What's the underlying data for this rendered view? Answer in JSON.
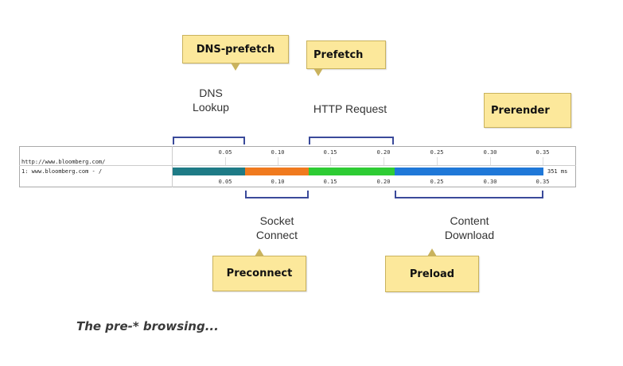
{
  "hints": {
    "dns_prefetch": "DNS-prefetch",
    "prefetch": "Prefetch",
    "prerender": "Prerender",
    "preconnect": "Preconnect",
    "preload": "Preload"
  },
  "phases": {
    "dns_lookup": "DNS\nLookup",
    "http_request": "HTTP Request",
    "socket_connect": "Socket\nConnect",
    "content_download": "Content\nDownload"
  },
  "waterfall": {
    "page_url": "http://www.bloomberg.com/",
    "request_row": "1: www.bloomberg.com - /",
    "total_time": "351 ms",
    "ticks": [
      "0.05",
      "0.10",
      "0.15",
      "0.20",
      "0.25",
      "0.30",
      "0.35"
    ],
    "segment_colors": {
      "dns": "#1e7b86",
      "connect": "#f07a1e",
      "request": "#2ecc34",
      "download": "#1f78d8"
    }
  },
  "caption": "The pre-* browsing..."
}
